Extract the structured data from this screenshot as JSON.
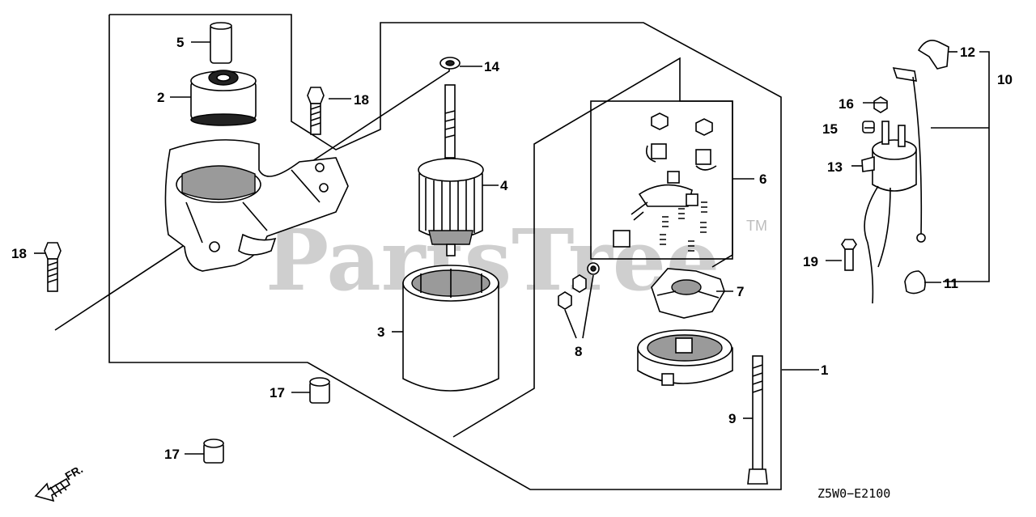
{
  "watermark": {
    "text": "PartsTree",
    "trademark": "TM"
  },
  "diagram_code": "Z5W0−E2100",
  "direction_label": "FR.",
  "callouts": [
    {
      "id": "c1",
      "label": "1"
    },
    {
      "id": "c2",
      "label": "2"
    },
    {
      "id": "c3",
      "label": "3"
    },
    {
      "id": "c4",
      "label": "4"
    },
    {
      "id": "c5",
      "label": "5"
    },
    {
      "id": "c6",
      "label": "6"
    },
    {
      "id": "c7",
      "label": "7"
    },
    {
      "id": "c8",
      "label": "8"
    },
    {
      "id": "c9",
      "label": "9"
    },
    {
      "id": "c10",
      "label": "10"
    },
    {
      "id": "c11",
      "label": "11"
    },
    {
      "id": "c12",
      "label": "12"
    },
    {
      "id": "c13",
      "label": "13"
    },
    {
      "id": "c14",
      "label": "14"
    },
    {
      "id": "c15",
      "label": "15"
    },
    {
      "id": "c16",
      "label": "16"
    },
    {
      "id": "c17a",
      "label": "17"
    },
    {
      "id": "c17b",
      "label": "17"
    },
    {
      "id": "c18a",
      "label": "18"
    },
    {
      "id": "c18b",
      "label": "18"
    },
    {
      "id": "c19",
      "label": "19"
    }
  ]
}
